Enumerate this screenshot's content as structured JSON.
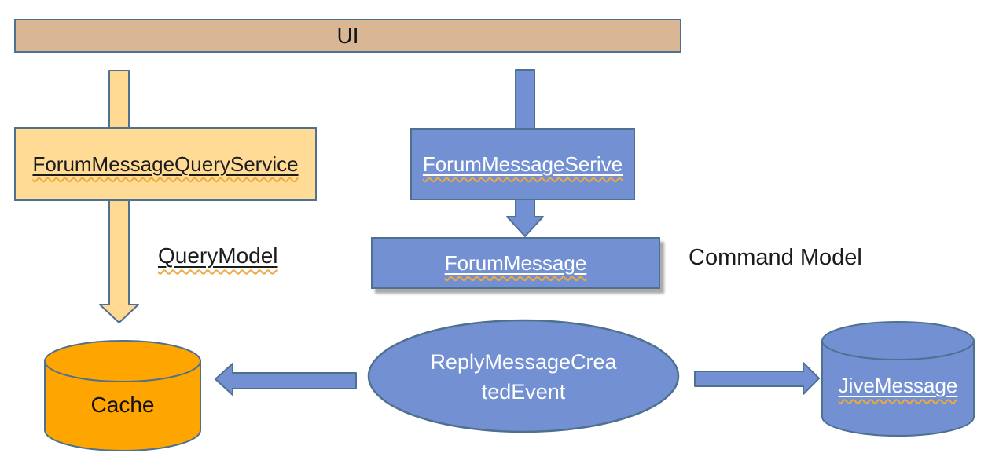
{
  "ui_bar": {
    "label": "UI"
  },
  "query": {
    "service_label": "ForumMessageQueryService",
    "model_label": "QueryModel",
    "cache_label": "Cache"
  },
  "command": {
    "service_label": "ForumMessageSerive",
    "aggregate_label": "ForumMessage",
    "model_label": "Command Model",
    "store_label": "JiveMessage"
  },
  "event": {
    "line1": "ReplyMessageCrea",
    "line2": "tedEvent"
  },
  "icons": {
    "query_flow_arrow": "down-arrow",
    "command_flow_arrow": "down-arrow",
    "event_to_cache_arrow": "left-arrow",
    "event_to_store_arrow": "right-arrow"
  },
  "colors": {
    "ui_bar_fill": "#D9B795",
    "border_slate": "#4E7191",
    "query_box_fill": "#FFDB96",
    "query_arrow_fill": "#FFD991",
    "command_blue_fill": "#7290D2",
    "cache_orange_fill": "#FFA500",
    "squiggle_orange": "#EFA93C",
    "shadow_gray": "#ABABAB",
    "text_dark": "#1C1C1C",
    "text_light": "#FFFFFF"
  }
}
